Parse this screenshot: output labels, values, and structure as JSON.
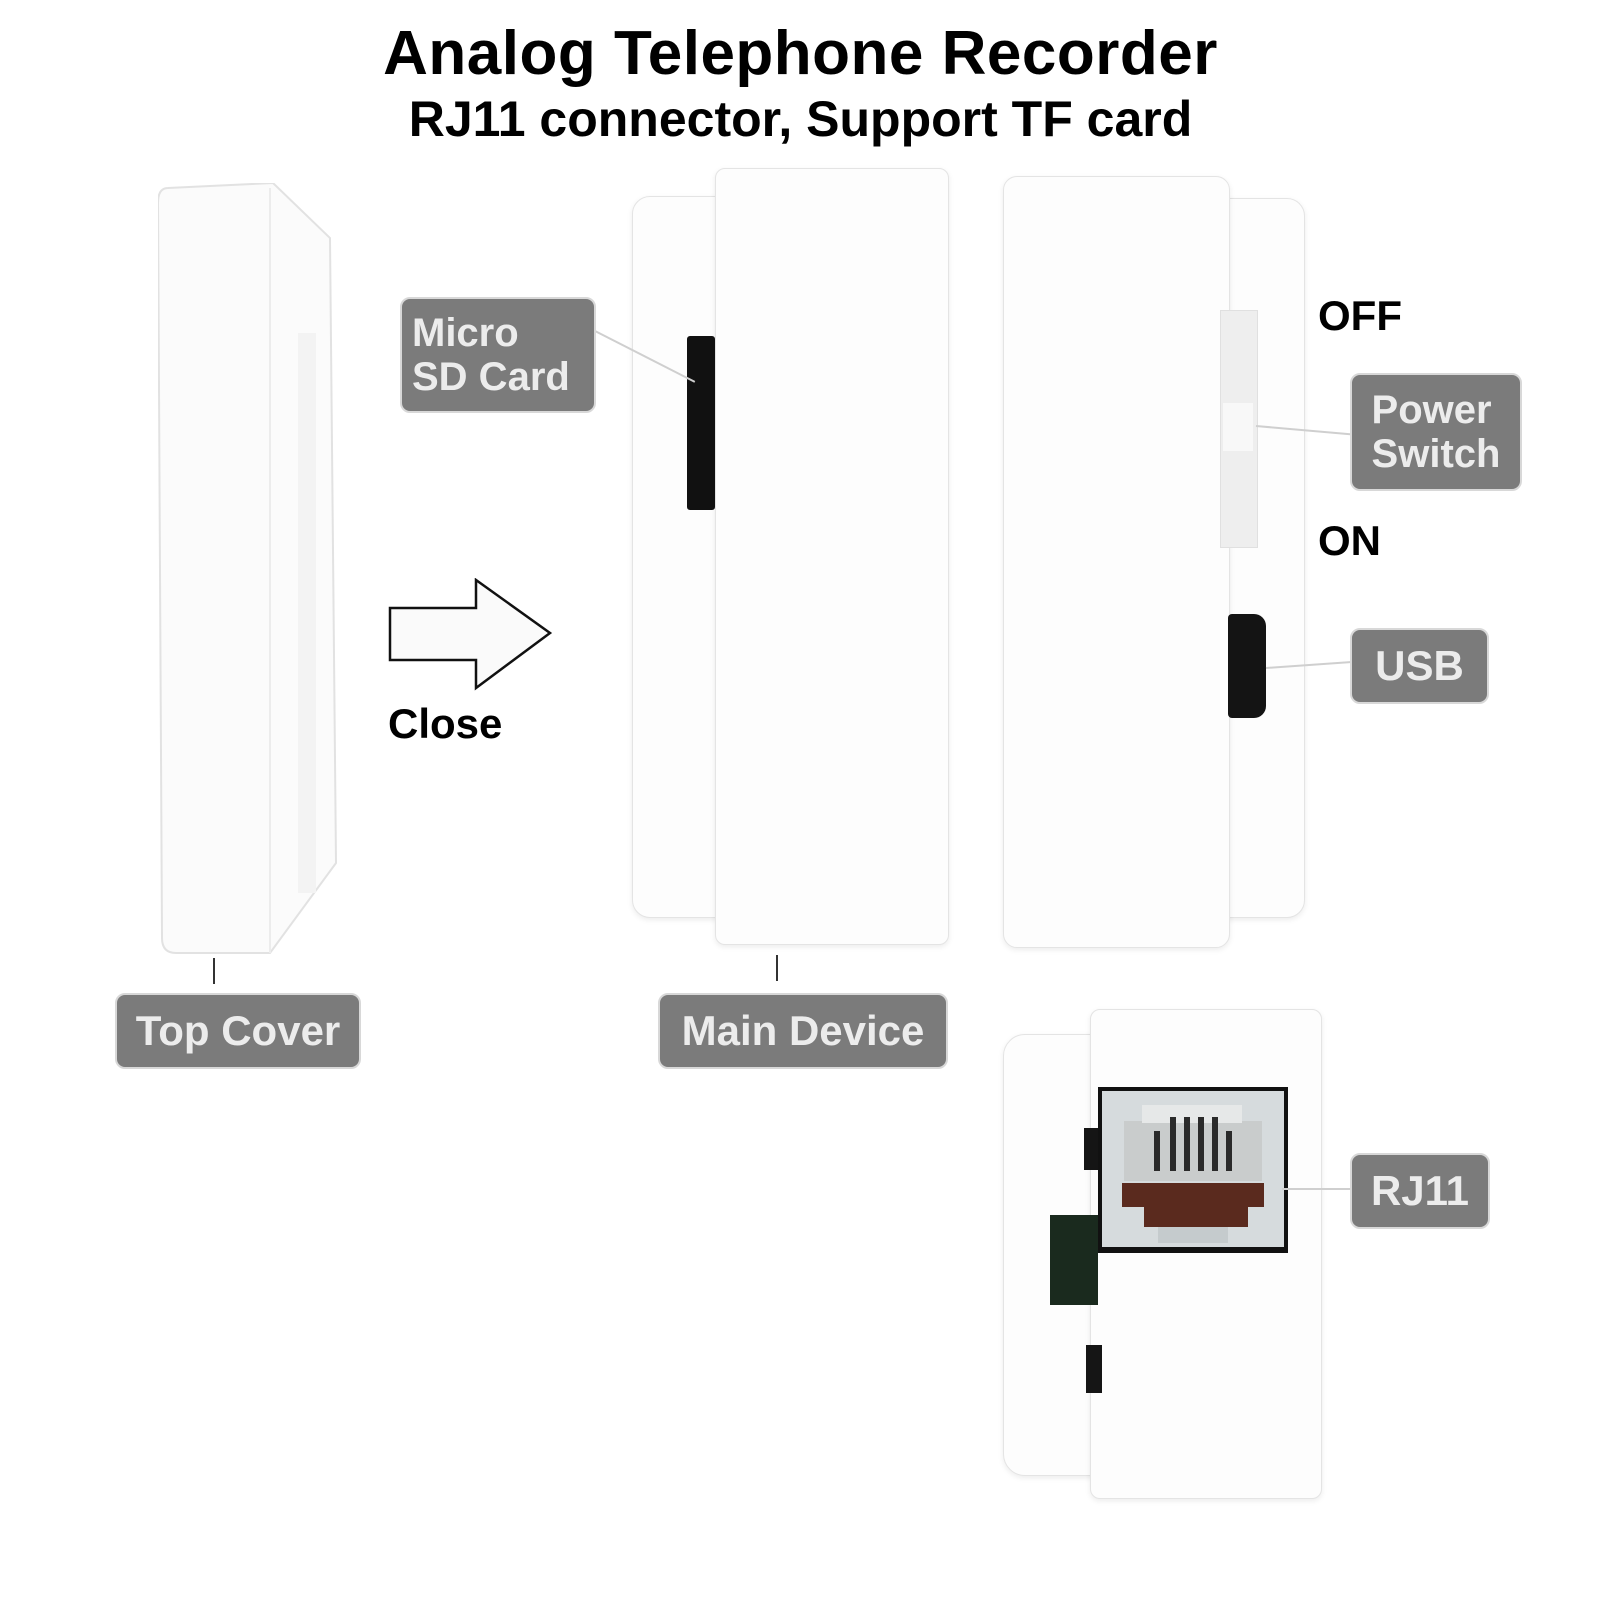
{
  "header": {
    "title": "Analog Telephone Recorder",
    "subtitle": "RJ11 connector, Support TF card"
  },
  "arrow": {
    "label": "Close",
    "icon": "right-arrow-icon"
  },
  "labels": {
    "micro_sd_line1": "Micro",
    "micro_sd_line2": "SD Card",
    "power_line1": "Power",
    "power_line2": "Switch",
    "usb": "USB",
    "rj11": "RJ11",
    "top_cover": "Top Cover",
    "main_device": "Main Device"
  },
  "switch_states": {
    "off": "OFF",
    "on": "ON"
  },
  "colors": {
    "label_bg": "#7b7b7b",
    "label_text": "#ececec",
    "device": "#fdfdfd",
    "port": "#111111",
    "rj11_contact": "#5a2a1e"
  }
}
